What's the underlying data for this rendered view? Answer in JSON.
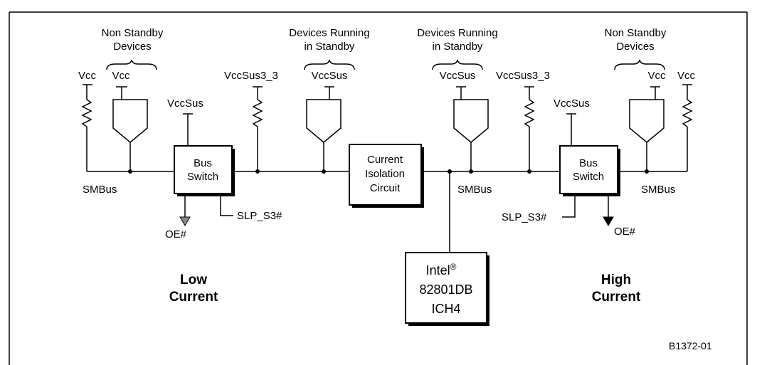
{
  "figure_id": "B1372-01",
  "left": {
    "group_title_line1": "Non Standby",
    "group_title_line2": "Devices",
    "pullup_label": "Vcc",
    "device_label": "Vcc",
    "switch_supply": "VccSus",
    "switch_line1": "Bus",
    "switch_line2": "Switch",
    "bus_label": "SMBus",
    "oe_label": "OE#",
    "slp_label": "SLP_S3#",
    "pullup2_label": "VccSus3_3",
    "standby_title_line1": "Devices Running",
    "standby_title_line2": "in Standby",
    "standby_device_label": "VccSus",
    "region_line1": "Low",
    "region_line2": "Current"
  },
  "center": {
    "isolation_line1": "Current",
    "isolation_line2": "Isolation",
    "isolation_line3": "Circuit",
    "bus_label": "SMBus",
    "ich_line1": "Intel",
    "ich_reg": "®",
    "ich_line2": "82801DB",
    "ich_line3": "ICH4"
  },
  "right": {
    "standby_title_line1": "Devices Running",
    "standby_title_line2": "in Standby",
    "standby_device_label": "VccSus",
    "pullup2_label": "VccSus3_3",
    "switch_supply": "VccSus",
    "switch_line1": "Bus",
    "switch_line2": "Switch",
    "slp_label": "SLP_S3#",
    "oe_label": "OE#",
    "group_title_line1": "Non Standby",
    "group_title_line2": "Devices",
    "device_label": "Vcc",
    "pullup_label": "Vcc",
    "bus_label": "SMBus",
    "region_line1": "High",
    "region_line2": "Current"
  }
}
